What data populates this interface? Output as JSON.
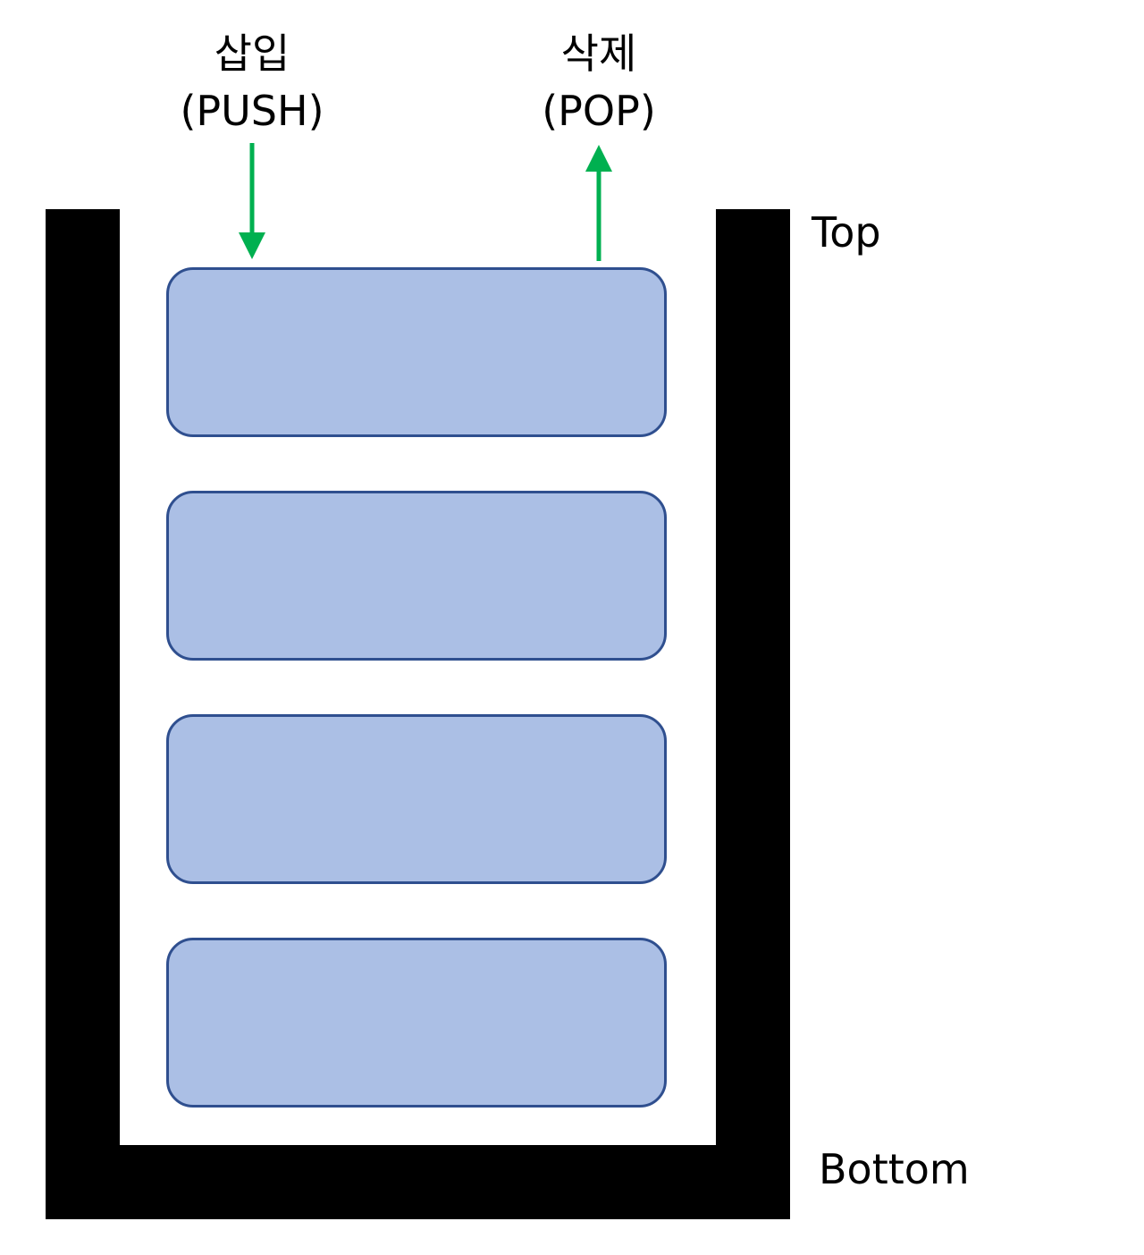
{
  "push": {
    "label_ko": "삽입",
    "label_en": "(PUSH)"
  },
  "pop": {
    "label_ko": "삭제",
    "label_en": "(POP)"
  },
  "stack": {
    "top_label": "Top",
    "bottom_label": "Bottom",
    "block_count": 4
  },
  "colors": {
    "block_fill": "#abbfe5",
    "block_border": "#2f4f8f",
    "arrow": "#00b050",
    "container": "#000000"
  }
}
